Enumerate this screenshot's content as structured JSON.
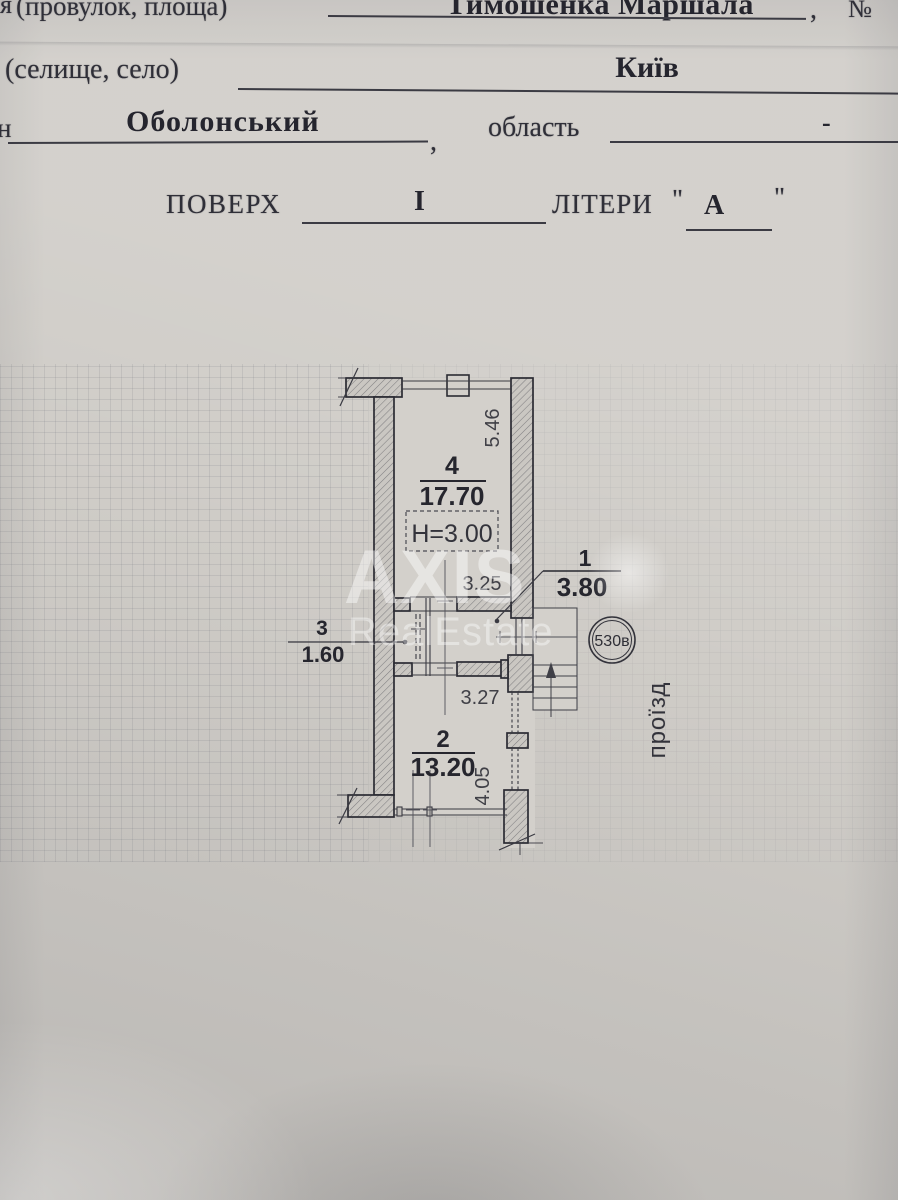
{
  "colors": {
    "paper": "#cfccc7",
    "ink": "#2f2f38",
    "plan_line": "#35353c",
    "watermark_white": "#ffffff"
  },
  "header": {
    "street_label_prefix": "я",
    "street_label": "(провулок, площа)",
    "street_value": "Тимошенка Маршала",
    "street_comma": ",",
    "number_sign": "№",
    "settlement_label": "(селище, село)",
    "settlement_value": "Київ",
    "district_fragment": "н",
    "district_value": "Оболонський",
    "district_comma": ",",
    "oblast_label": "область",
    "oblast_value": "-",
    "floor_label": "ПОВЕРХ",
    "floor_value": "І",
    "letters_label": "ЛІТЕРИ",
    "letters_quote_open": "\"",
    "letters_value": "А",
    "letters_quote_close": "\""
  },
  "plan": {
    "room4": {
      "number": "4",
      "area": "17.70"
    },
    "room1": {
      "number": "1",
      "area": "3.80"
    },
    "room3": {
      "number": "3",
      "area": "1.60"
    },
    "room2": {
      "number": "2",
      "area": "13.20"
    },
    "height_note": "Н=3.00",
    "dims": {
      "room4_depth": "5.46",
      "room4_width": "3.25",
      "room2_width": "3.27",
      "room2_depth": "4.05"
    },
    "stamp": "530в",
    "passage": "проїзд"
  },
  "watermark": {
    "brand": "AXIS",
    "brand_sub": "RealEstate"
  }
}
